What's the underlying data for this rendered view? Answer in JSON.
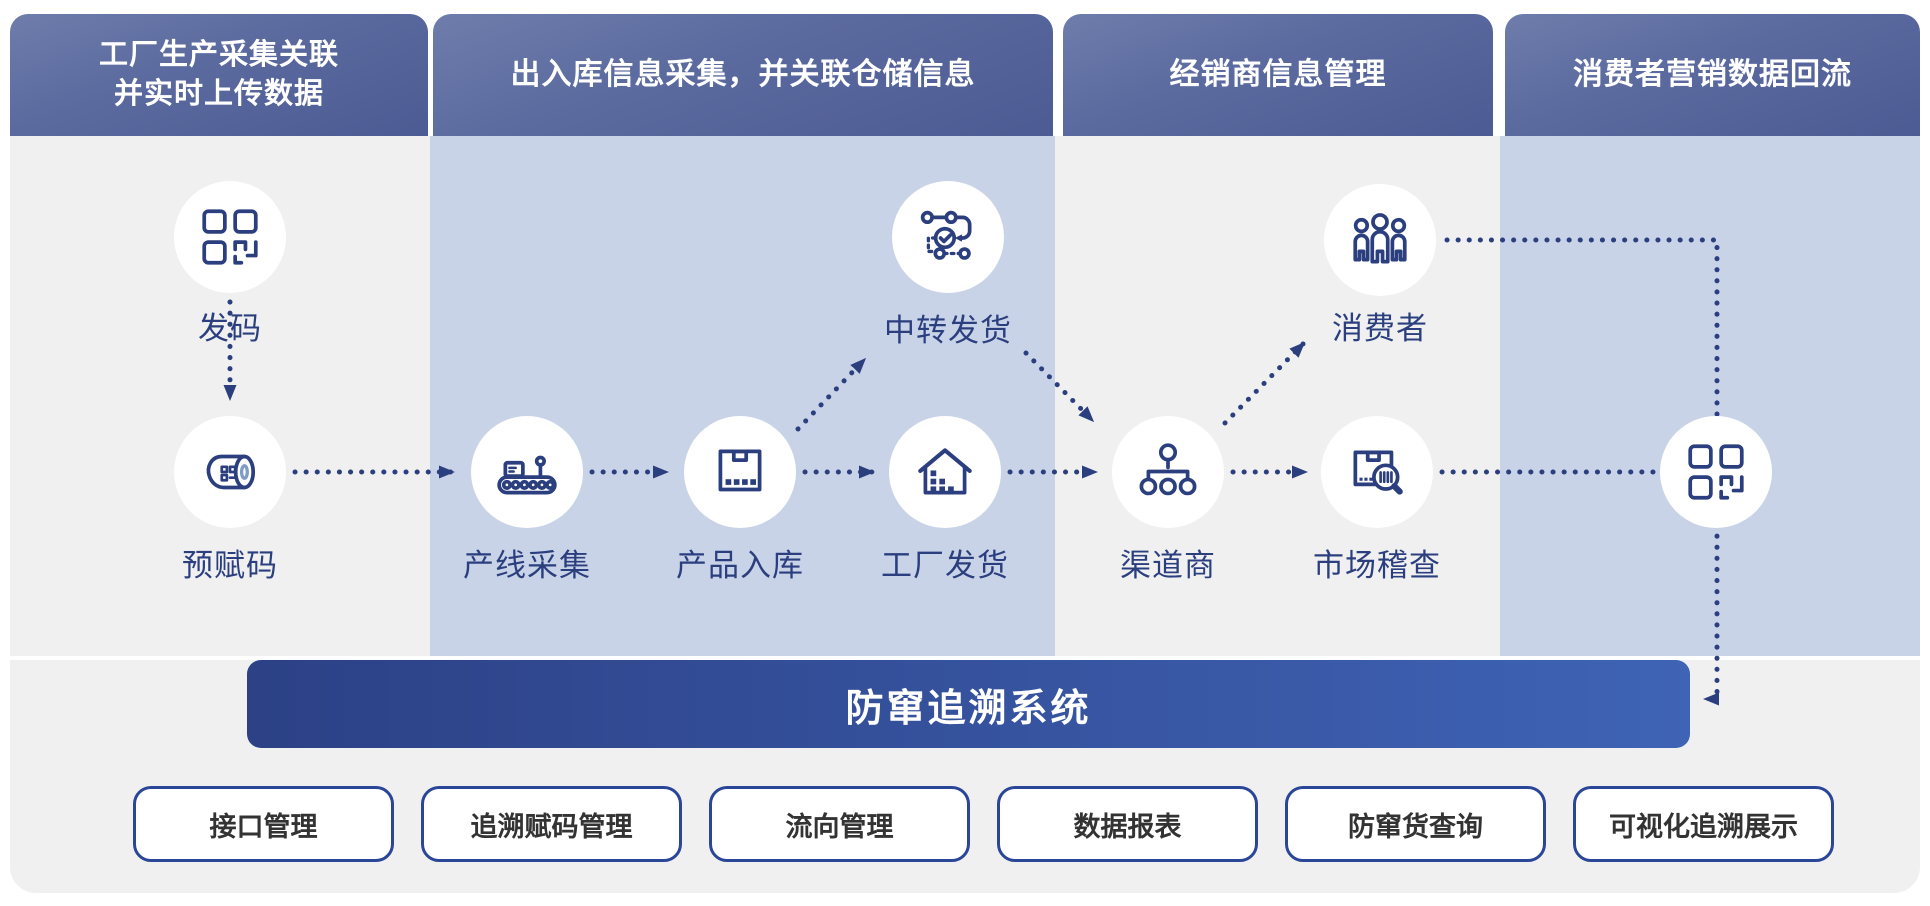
{
  "columns": [
    {
      "header_line1": "工厂生产采集关联",
      "header_line2": "并实时上传数据"
    },
    {
      "header": "出入库信息采集，并关联仓储信息"
    },
    {
      "header": "经销商信息管理"
    },
    {
      "header": "消费者营销数据回流"
    }
  ],
  "nodes": {
    "issue_code": {
      "label": "发码",
      "icon": "qr-code-icon"
    },
    "pre_assign_code": {
      "label": "预赋码",
      "icon": "label-roll-icon"
    },
    "line_collection": {
      "label": "产线采集",
      "icon": "conveyor-icon"
    },
    "product_inbound": {
      "label": "产品入库",
      "icon": "carton-box-icon"
    },
    "transit_shipping": {
      "label": "中转发货",
      "icon": "route-check-icon"
    },
    "factory_shipping": {
      "label": "工厂发货",
      "icon": "warehouse-house-icon"
    },
    "channel_distributor": {
      "label": "渠道商",
      "icon": "org-chart-icon"
    },
    "consumer": {
      "label": "消费者",
      "icon": "people-icon"
    },
    "market_inspection": {
      "label": "市场稽查",
      "icon": "box-magnifier-icon"
    },
    "qr_endpoint": {
      "label": "",
      "icon": "qr-code-icon"
    }
  },
  "banner": {
    "label": "防窜追溯系统"
  },
  "buttons": [
    {
      "label": "接口管理"
    },
    {
      "label": "追溯赋码管理"
    },
    {
      "label": "流向管理"
    },
    {
      "label": "数据报表"
    },
    {
      "label": "防窜货查询"
    },
    {
      "label": "可视化追溯展示"
    }
  ],
  "colors": {
    "navy": "#2b3f7f",
    "header_gradient_start": "#6e7dab",
    "header_gradient_end": "#4c5b93",
    "column_blue": "#c9d3e8",
    "column_gray": "#f0f0f1",
    "banner_gradient_start": "#2c4186",
    "banner_gradient_end": "#3f63b5",
    "button_border": "#2a4697",
    "button_text": "#333333"
  }
}
